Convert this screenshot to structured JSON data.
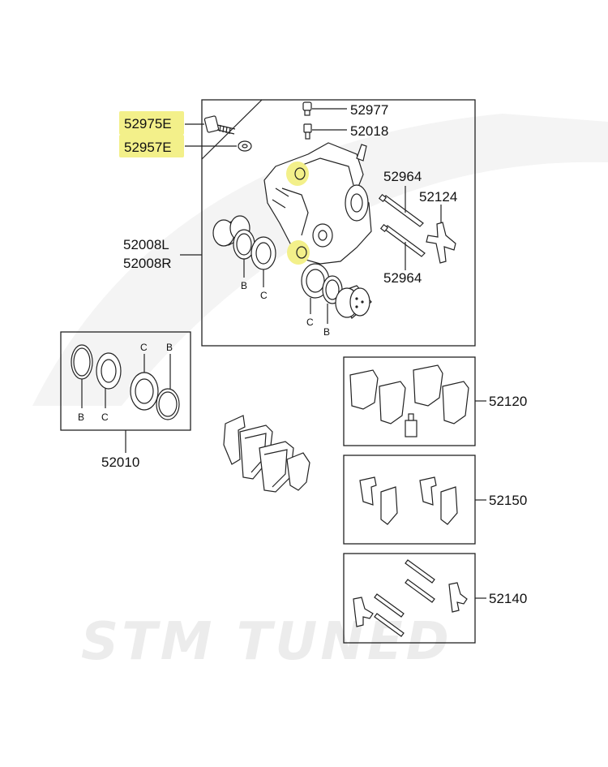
{
  "watermark": {
    "text": "STM TUNED"
  },
  "callouts": {
    "bolt": "52975E",
    "washer": "52957E",
    "bleeder_cap": "52977",
    "bleeder_screw": "52018",
    "caliper_left": "52008L",
    "caliper_right": "52008R",
    "pin_upper": "52964",
    "pin_lower": "52964",
    "spring": "52124",
    "seal_kit": "52010",
    "pad_set": "52120",
    "shim_set": "52150",
    "pin_kit": "52140"
  },
  "seal_letters": {
    "b": "B",
    "c": "C"
  },
  "highlight_color": "#f3f08a"
}
